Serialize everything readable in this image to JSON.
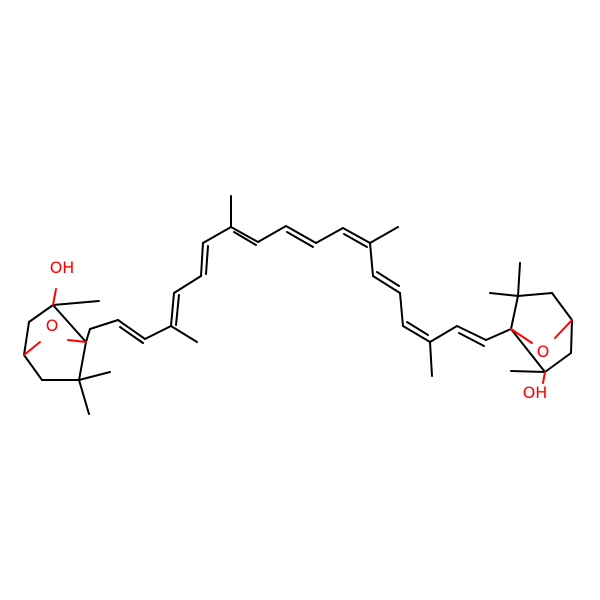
{
  "molecule": {
    "atom_labels": {
      "oh_left": "OH",
      "o_bridge_left": "O",
      "o_bridge_right": "O",
      "oh_right": "OH"
    },
    "colors": {
      "bond": "#000000",
      "heteroatom": "#ff0000",
      "background": "#ffffff"
    }
  }
}
